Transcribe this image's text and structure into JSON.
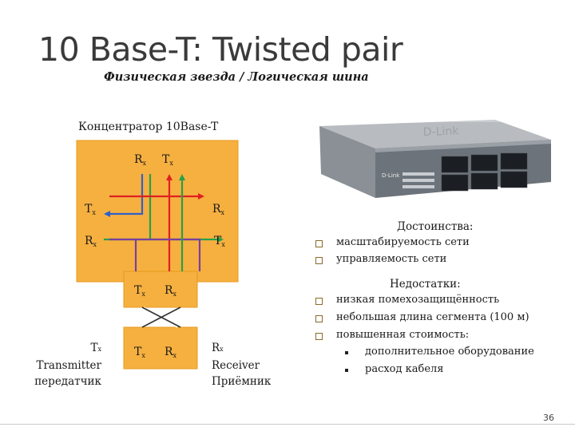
{
  "header": {
    "title": "10 Base-T: Twisted pair",
    "subtitle": "Физическая звезда / Логическая шина"
  },
  "hub": {
    "caption": "Концентратор 10Base-T",
    "top_rx": "R",
    "top_tx": "T",
    "left_top": "T",
    "right_top": "R",
    "left_mid": "R",
    "right_mid": "T",
    "port_tx": "T",
    "port_rx": "R",
    "node_tx": "T",
    "node_rx": "R",
    "sub_x": "x"
  },
  "left_caption": {
    "symbol": "T",
    "sub": "x",
    "line1": "Transmitter",
    "line2": "передатчик"
  },
  "right_caption": {
    "symbol": "R",
    "sub": "x",
    "line1": "Receiver",
    "line2": "Приёмник"
  },
  "switch_image": {
    "brand": "D-Link"
  },
  "pros": {
    "title": "Достоинства:",
    "items": [
      "масштабируемость сети",
      "управляемость сети"
    ]
  },
  "cons": {
    "title": "Недостатки:",
    "items": [
      "низкая помехозащищённость",
      "небольшая длина сегмента (100 м)",
      "повышенная стоимость:"
    ],
    "subitems": [
      "дополнительное оборудование",
      "расход кабеля"
    ]
  },
  "page_number": "36",
  "colors": {
    "hub_fill": "#f6b040",
    "hub_border": "#e79a1a",
    "wire_blue": "#3060c8",
    "wire_green": "#28a048",
    "wire_red": "#e02020",
    "wire_purple": "#7b3fa0",
    "bullet_border": "#8a6a2a"
  }
}
